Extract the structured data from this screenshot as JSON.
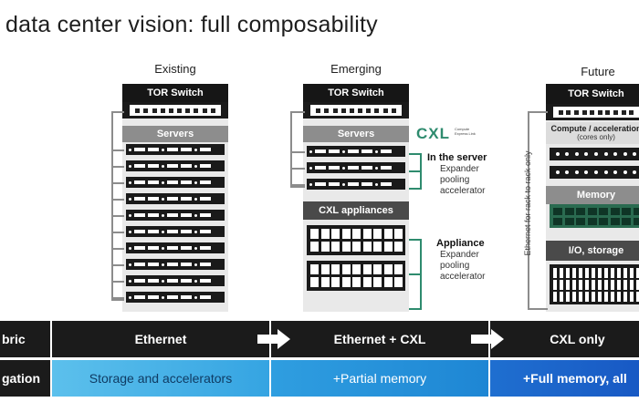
{
  "title": "data center vision: full composability",
  "columns": {
    "existing": {
      "label": "Existing",
      "tor": "TOR Switch",
      "servers": "Servers"
    },
    "emerging": {
      "label": "Emerging",
      "tor": "TOR Switch",
      "servers": "Servers",
      "cxl_logo": "CXL",
      "cxl_logo_sub": "Compute Express Link",
      "in_server_title": "In the server",
      "in_server_lines": "Expander\npooling\naccelerator",
      "appliances": "CXL appliances",
      "appliance_title": "Appliance",
      "appliance_lines": "Expander\npooling\naccelerator"
    },
    "future": {
      "label": "Future",
      "tor": "TOR Switch",
      "compute": "Compute / acceleration",
      "compute_sub": "(cores only)",
      "memory": "Memory",
      "io": "I/O, storage",
      "vertical_note": "Ethernet for rack to rack only"
    }
  },
  "fabric_row": {
    "label": "bric",
    "cells": [
      "Ethernet",
      "Ethernet + CXL",
      "CXL only"
    ]
  },
  "aggregation_row": {
    "label": "gation",
    "cells": [
      "Storage and accelerators",
      "+Partial memory",
      "+Full memory, all"
    ]
  },
  "colors": {
    "blue_light": "#4fb3e6",
    "blue_mid": "#1e8fd6",
    "blue_dark": "#1a5fc9",
    "green_accent": "#2e8b6e",
    "memory_green": "#2a6b50"
  }
}
